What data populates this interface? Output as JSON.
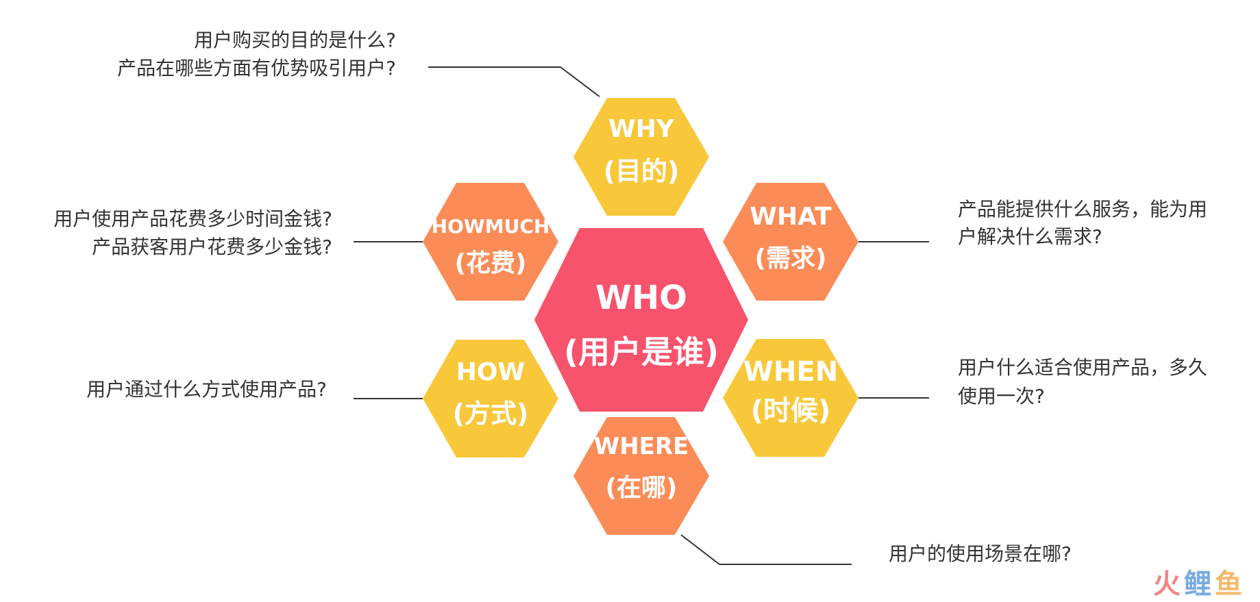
{
  "colors": {
    "center": "#F7536C",
    "yellow": "#F8C83A",
    "orange": "#FB8C58",
    "text": "#333333",
    "line": "#333333",
    "hex_text": "#ffffff"
  },
  "center": {
    "title": "WHO",
    "subtitle": "(用户是谁)"
  },
  "hexes": {
    "why": {
      "title": "WHY",
      "subtitle": "(目的)"
    },
    "what": {
      "title": "WHAT",
      "subtitle": "(需求)"
    },
    "when": {
      "title": "WHEN",
      "subtitle": "(时候)"
    },
    "where": {
      "title": "WHERE",
      "subtitle": "(在哪)"
    },
    "how": {
      "title": "HOW",
      "subtitle": "(方式)"
    },
    "howmuch": {
      "title": "HOWMUCH",
      "subtitle": "(花费)"
    }
  },
  "questions": {
    "why": [
      "用户购买的目的是什么?",
      "产品在哪些方面有优势吸引用户?"
    ],
    "howmuch": [
      "用户使用产品花费多少时间金钱?",
      "产品获客用户花费多少金钱?"
    ],
    "how": [
      "用户通过什么方式使用产品?"
    ],
    "what": [
      "产品能提供什么服务，能为用",
      "户解决什么需求?"
    ],
    "when": [
      "用户什么适合使用产品，多久",
      "使用一次?"
    ],
    "where": [
      "用户的使用场景在哪?"
    ]
  },
  "watermark": {
    "char1": "火",
    "char2": "鲤",
    "char3": "鱼"
  }
}
